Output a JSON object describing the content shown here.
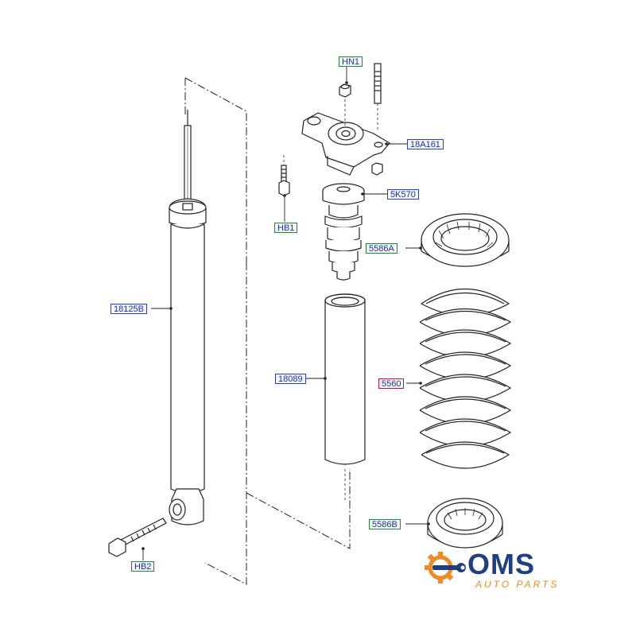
{
  "callouts": {
    "hn1": "HN1",
    "part_18a161": "18A161",
    "hb1": "HB1",
    "part_5k570": "5K570",
    "part_5586a": "5586A",
    "part_18125b": "18125B",
    "part_18089": "18089",
    "part_5560": "5560",
    "part_5586b": "5586B",
    "hb2": "HB2"
  },
  "logo": {
    "brand": "OMS",
    "tagline": "AUTO PARTS",
    "icon": "gear-wrench-icon"
  },
  "colors": {
    "part_label_border": "#2b3fc4",
    "fastener_label_border": "#1e8a2c",
    "highlight_label_border": "#c4122a",
    "logo_blue": "#1f3f82",
    "logo_orange": "#f08a24"
  }
}
